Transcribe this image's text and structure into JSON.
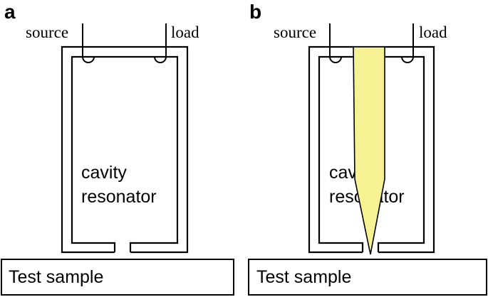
{
  "panels": [
    {
      "label": "a",
      "source_label": "source",
      "load_label": "load",
      "cavity_text_line1": "cavity",
      "cavity_text_line2": "resonator",
      "sample_label": "Test sample",
      "has_probe": false
    },
    {
      "label": "b",
      "source_label": "source",
      "load_label": "load",
      "cavity_text_line1": "cavity",
      "cavity_text_line2": "resonator",
      "sample_label": "Test sample",
      "has_probe": true,
      "probe_color": "#f6f293"
    }
  ]
}
